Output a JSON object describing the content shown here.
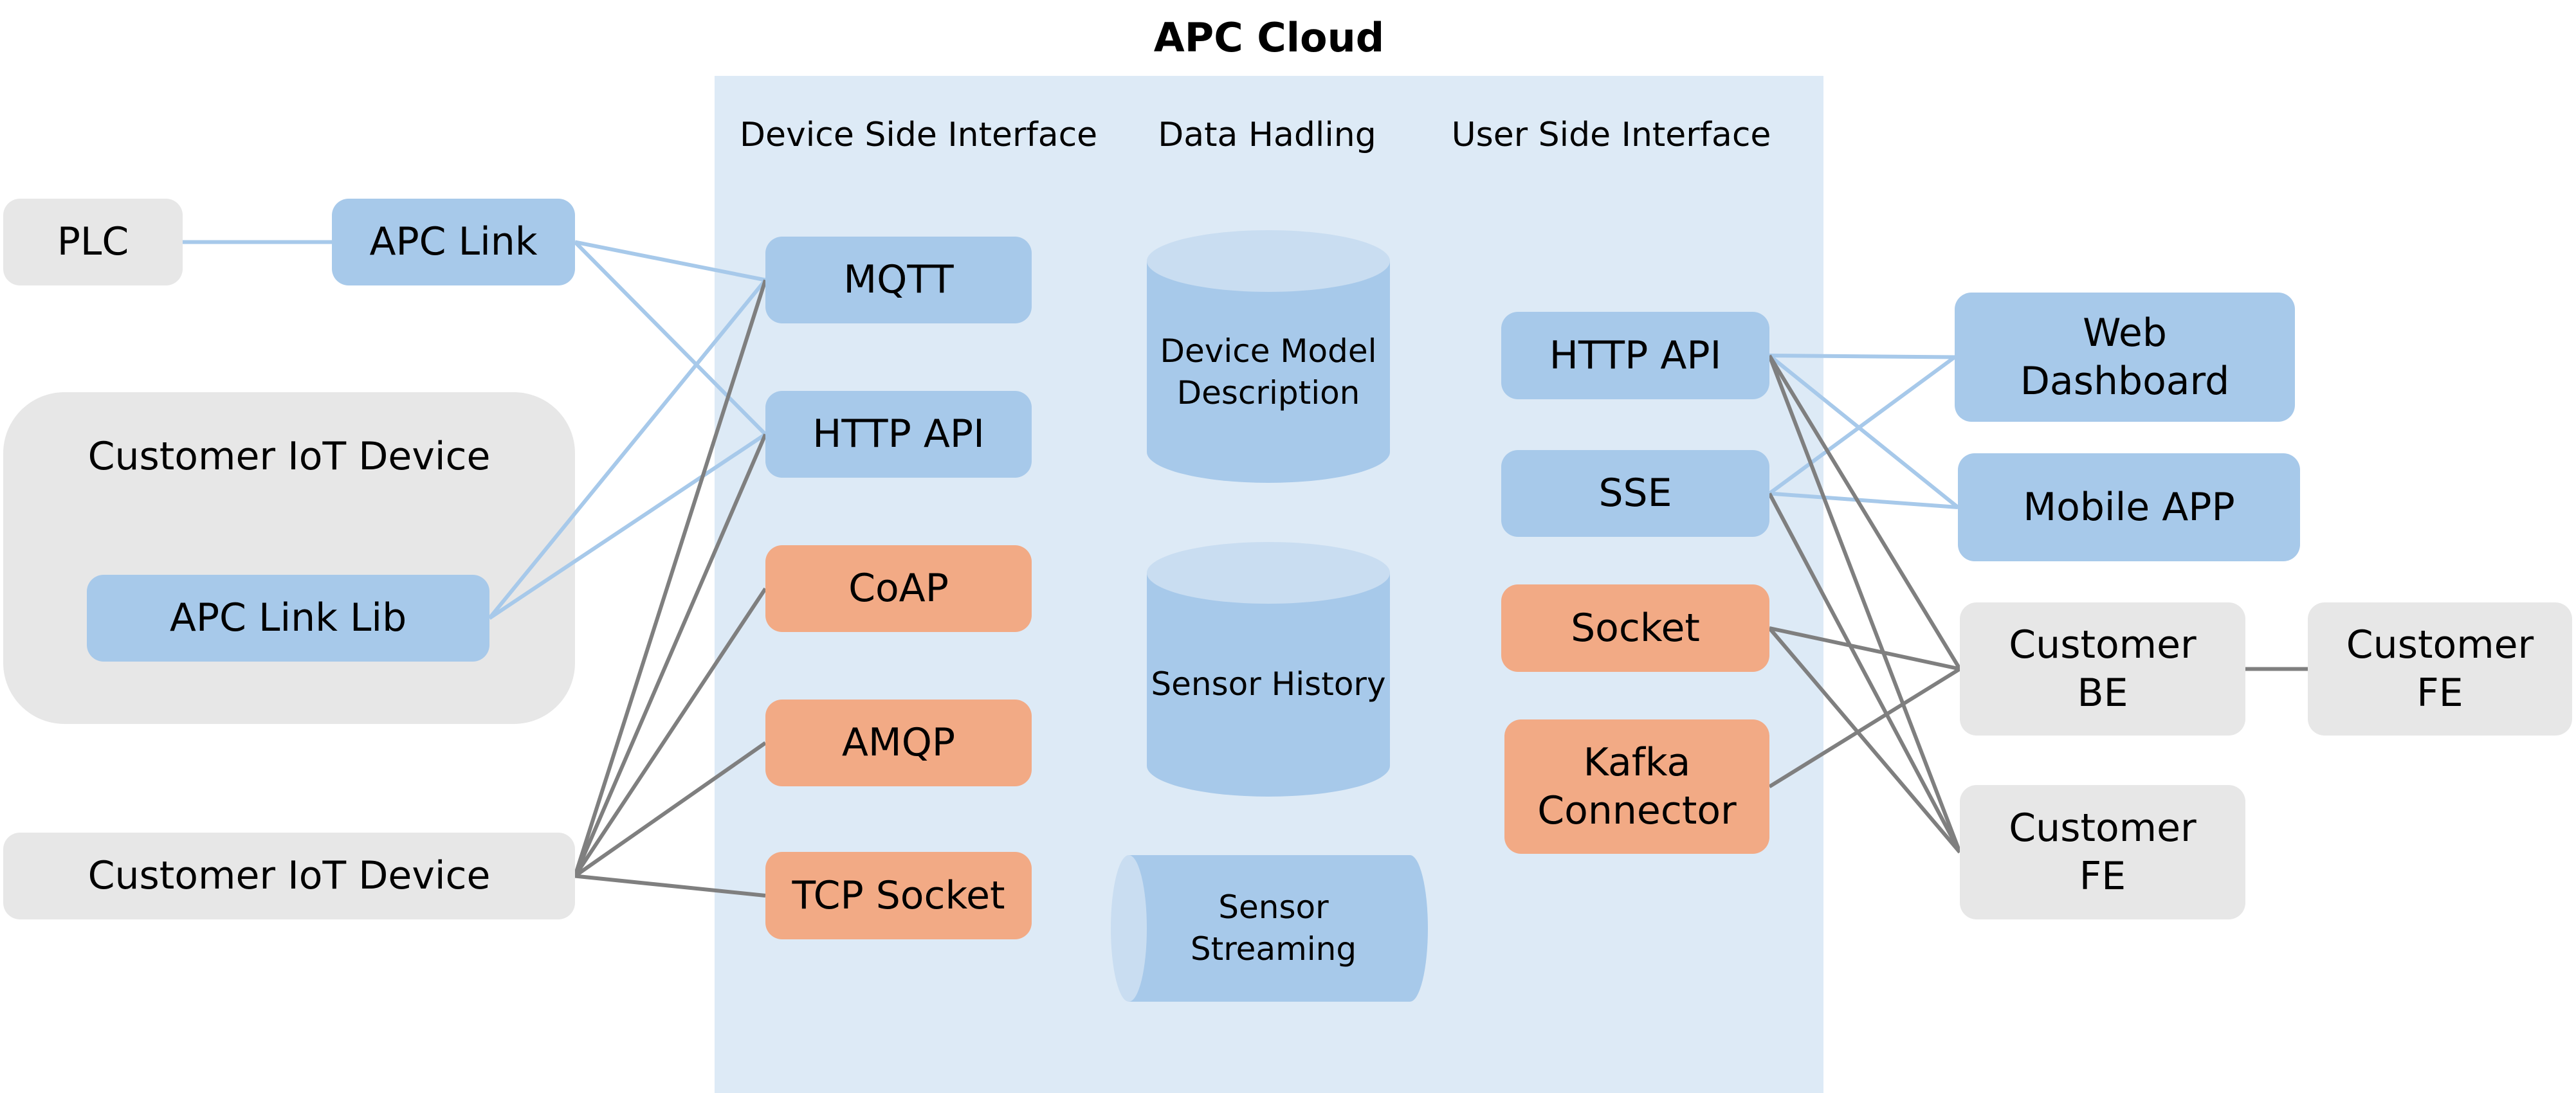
{
  "title": "APC Cloud",
  "columns": {
    "device_side": "Device Side Interface",
    "data_handling": "Data Hadling",
    "user_side": "User Side Interface"
  },
  "colors": {
    "cloud_bg": "#DDEAF6",
    "supported": "#A7C9EA",
    "planned": "#F2AA85",
    "external": "#E7E7E7",
    "cylinder_top": "#C9DDF1",
    "blue_link": "#A7C9EA",
    "gray_link": "#7F7F7F"
  },
  "left": {
    "plc": "PLC",
    "apc_link": "APC Link",
    "customer_iot_container": "Customer IoT Device",
    "apc_link_lib": "APC Link Lib",
    "customer_iot_device": "Customer IoT Device"
  },
  "device_interfaces": [
    {
      "label": "MQTT",
      "status": "supported"
    },
    {
      "label": "HTTP API",
      "status": "supported"
    },
    {
      "label": "CoAP",
      "status": "planned"
    },
    {
      "label": "AMQP",
      "status": "planned"
    },
    {
      "label": "TCP Socket",
      "status": "planned"
    }
  ],
  "data_stores": [
    {
      "label": "Device Model Description",
      "shape": "cylinder-vertical"
    },
    {
      "label": "Sensor History",
      "shape": "cylinder-vertical"
    },
    {
      "label": "Sensor Streaming",
      "shape": "cylinder-horizontal"
    }
  ],
  "user_interfaces": [
    {
      "label": "HTTP API",
      "status": "supported"
    },
    {
      "label": "SSE",
      "status": "supported"
    },
    {
      "label": "Socket",
      "status": "planned"
    },
    {
      "label": "Kafka Connector",
      "status": "planned"
    }
  ],
  "right": {
    "web_dashboard": "Web Dashboard",
    "mobile_app": "Mobile APP",
    "customer_be": "Customer BE",
    "customer_fe_right": "Customer FE",
    "customer_fe_bottom": "Customer FE"
  },
  "links": [
    {
      "from": "plc",
      "to": "apc_link",
      "style": "blue"
    },
    {
      "from": "apc_link",
      "to": "dev_mqtt",
      "style": "blue"
    },
    {
      "from": "apc_link",
      "to": "dev_http",
      "style": "blue"
    },
    {
      "from": "apc_link_lib",
      "to": "dev_mqtt",
      "style": "blue"
    },
    {
      "from": "apc_link_lib",
      "to": "dev_http",
      "style": "blue"
    },
    {
      "from": "customer_iot_device",
      "to": "dev_mqtt",
      "style": "gray"
    },
    {
      "from": "customer_iot_device",
      "to": "dev_http",
      "style": "gray"
    },
    {
      "from": "customer_iot_device",
      "to": "dev_coap",
      "style": "gray"
    },
    {
      "from": "customer_iot_device",
      "to": "dev_amqp",
      "style": "gray"
    },
    {
      "from": "customer_iot_device",
      "to": "dev_tcp",
      "style": "gray"
    },
    {
      "from": "user_http",
      "to": "web_dashboard",
      "style": "blue"
    },
    {
      "from": "user_http",
      "to": "mobile_app",
      "style": "blue"
    },
    {
      "from": "user_sse",
      "to": "web_dashboard",
      "style": "blue"
    },
    {
      "from": "user_sse",
      "to": "mobile_app",
      "style": "blue"
    },
    {
      "from": "user_http",
      "to": "customer_be",
      "style": "gray"
    },
    {
      "from": "user_http",
      "to": "customer_fe_bottom",
      "style": "gray"
    },
    {
      "from": "user_sse",
      "to": "customer_fe_bottom",
      "style": "gray"
    },
    {
      "from": "user_socket",
      "to": "customer_be",
      "style": "gray"
    },
    {
      "from": "user_socket",
      "to": "customer_fe_bottom",
      "style": "gray"
    },
    {
      "from": "user_kafka",
      "to": "customer_be",
      "style": "gray"
    },
    {
      "from": "customer_be",
      "to": "customer_fe_right",
      "style": "gray"
    }
  ]
}
